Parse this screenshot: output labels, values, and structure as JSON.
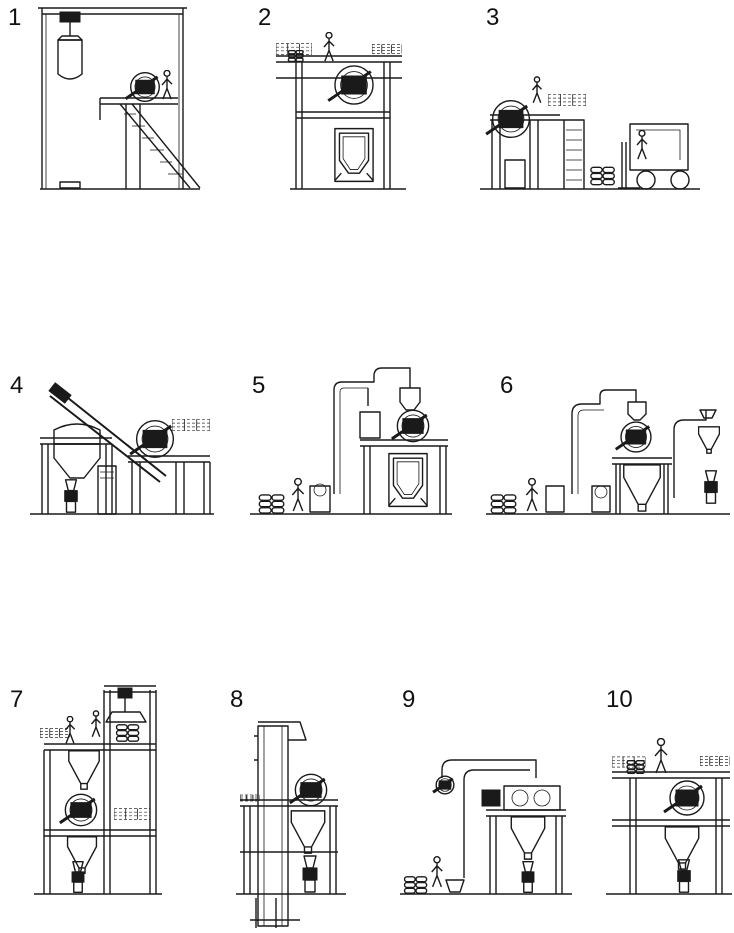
{
  "diagrams": [
    {
      "number": "1"
    },
    {
      "number": "2"
    },
    {
      "number": "3"
    },
    {
      "number": "4"
    },
    {
      "number": "5"
    },
    {
      "number": "6"
    },
    {
      "number": "7"
    },
    {
      "number": "8"
    },
    {
      "number": "9"
    },
    {
      "number": "10"
    }
  ],
  "colors": {
    "line": "#1a1a1a",
    "background": "#ffffff"
  }
}
